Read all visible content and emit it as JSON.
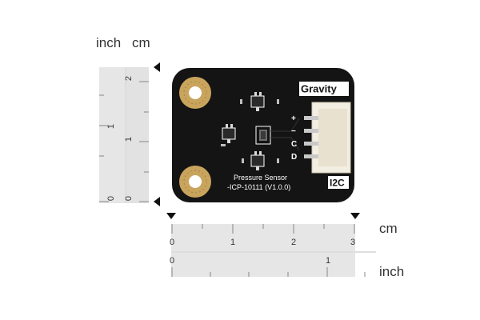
{
  "units": {
    "vertical_left": "inch",
    "vertical_right": "cm",
    "horizontal_top": "cm",
    "horizontal_bottom": "inch"
  },
  "vertical_ruler": {
    "cm_labels": [
      "2",
      "1",
      "0"
    ],
    "inch_labels": [
      "1",
      "0"
    ]
  },
  "horizontal_ruler": {
    "cm_labels": [
      "0",
      "1",
      "2",
      "3"
    ],
    "inch_labels": [
      "0",
      "1"
    ]
  },
  "board": {
    "brand": "Gravity",
    "pins": [
      "+",
      "−",
      "C",
      "D"
    ],
    "interface": "I2C",
    "name_line1": "Pressure  Sensor",
    "name_line2": "-ICP-10111 (V1.0.0)"
  },
  "colors": {
    "pcb": "#141414",
    "ruler": "#e4e4e4",
    "pad": "#c9a45c",
    "connector": "#f3eee2"
  }
}
